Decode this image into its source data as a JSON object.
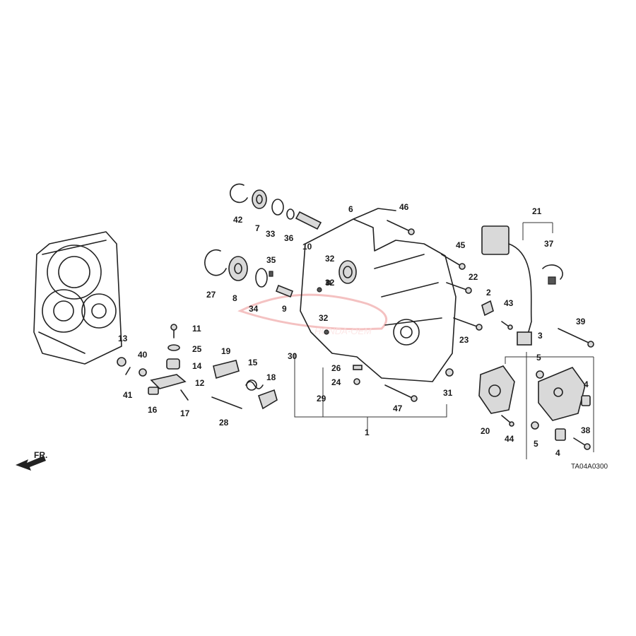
{
  "diagram": {
    "code": "TA04A0300",
    "front_label": "FR.",
    "watermark": "HONDA-OEM"
  },
  "callouts": [
    "42",
    "7",
    "33",
    "36",
    "10",
    "6",
    "46",
    "27",
    "8",
    "34",
    "9",
    "35",
    "32",
    "32",
    "32",
    "45",
    "22",
    "2",
    "43",
    "21",
    "37",
    "39",
    "11",
    "25",
    "14",
    "12",
    "13",
    "40",
    "41",
    "16",
    "17",
    "19",
    "15",
    "18",
    "28",
    "30",
    "29",
    "26",
    "24",
    "47",
    "31",
    "1",
    "23",
    "3",
    "5",
    "4",
    "4",
    "5",
    "20",
    "44",
    "38"
  ]
}
